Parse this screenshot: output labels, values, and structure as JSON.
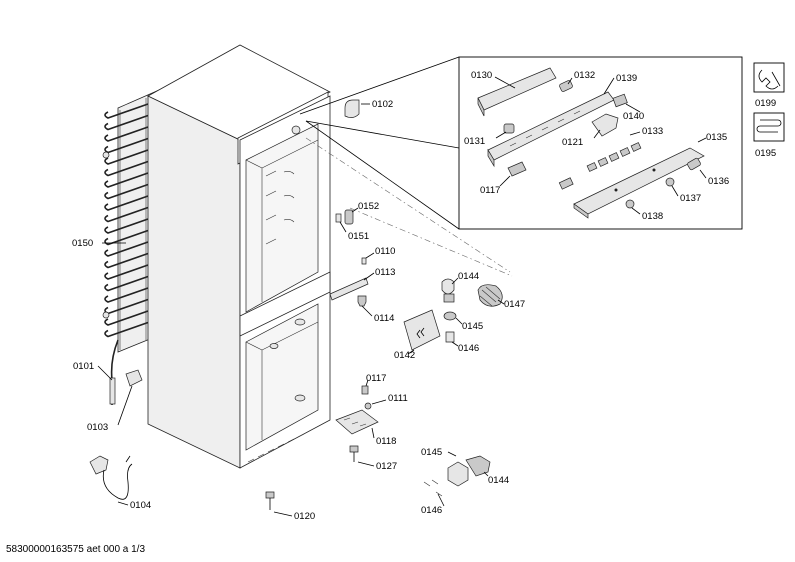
{
  "labels": {
    "p0102": "0102",
    "p0130": "0130",
    "p0132": "0132",
    "p0139": "0139",
    "p0140": "0140",
    "p0131": "0131",
    "p0121": "0121",
    "p0133": "0133",
    "p0135": "0135",
    "p0117a": "0117",
    "p0136": "0136",
    "p0137": "0137",
    "p0138": "0138",
    "p0199": "0199",
    "p0195": "0195",
    "p0150": "0150",
    "p0152": "0152",
    "p0151": "0151",
    "p0110": "0110",
    "p0113": "0113",
    "p0114": "0114",
    "p0144a": "0144",
    "p0147": "0147",
    "p0145a": "0145",
    "p0146a": "0146",
    "p0142": "0142",
    "p0101": "0101",
    "p0103": "0103",
    "p0117b": "0117",
    "p0111": "0111",
    "p0118": "0118",
    "p0127": "0127",
    "p0145b": "0145",
    "p0144b": "0144",
    "p0146b": "0146",
    "p0104": "0104",
    "p0120": "0120"
  },
  "footer": "58300000163575 aet 000 a 1/3"
}
